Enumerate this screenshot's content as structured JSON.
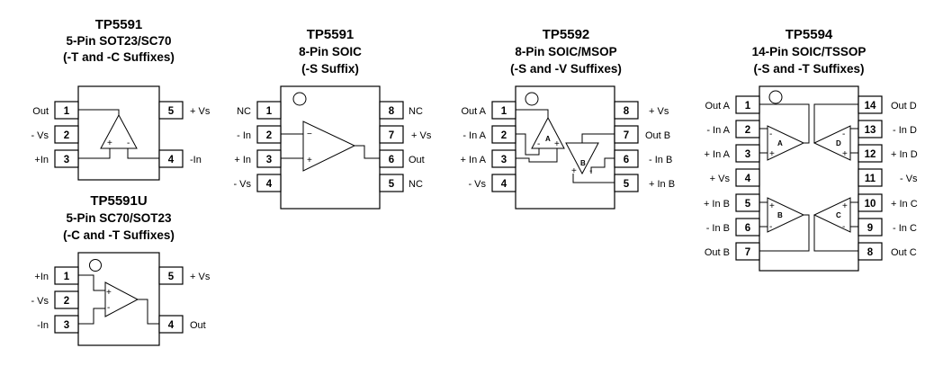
{
  "packages": [
    {
      "title": "TP5591",
      "pkg": "5-Pin SOT23/SC70",
      "suffix": "(-T and -C Suffixes)",
      "left_pins": [
        {
          "num": "1",
          "label": "Out"
        },
        {
          "num": "2",
          "label": "- Vs"
        },
        {
          "num": "3",
          "label": "+In"
        }
      ],
      "right_pins": [
        {
          "num": "5",
          "label": "+ Vs"
        },
        {
          "num": "4",
          "label": "-In"
        }
      ],
      "amps": [
        {
          "minus": "-",
          "plus": "+"
        }
      ]
    },
    {
      "title": "TP5591U",
      "pkg": "5-Pin SC70/SOT23",
      "suffix": "(-C and -T Suffixes)",
      "left_pins": [
        {
          "num": "1",
          "label": "+In"
        },
        {
          "num": "2",
          "label": "- Vs"
        },
        {
          "num": "3",
          "label": "-In"
        }
      ],
      "right_pins": [
        {
          "num": "5",
          "label": "+ Vs"
        },
        {
          "num": "4",
          "label": "Out"
        }
      ],
      "amps": [
        {
          "plus": "+",
          "minus": "-"
        }
      ]
    },
    {
      "title": "TP5591",
      "pkg": "8-Pin SOIC",
      "suffix": "(-S Suffix)",
      "left_pins": [
        {
          "num": "1",
          "label": "NC"
        },
        {
          "num": "2",
          "label": "- In"
        },
        {
          "num": "3",
          "label": "+ In"
        },
        {
          "num": "4",
          "label": "- Vs"
        }
      ],
      "right_pins": [
        {
          "num": "8",
          "label": "NC"
        },
        {
          "num": "7",
          "label": "+ Vs"
        },
        {
          "num": "6",
          "label": "Out"
        },
        {
          "num": "5",
          "label": "NC"
        }
      ],
      "amps": [
        {
          "minus": "−",
          "plus": "+"
        }
      ]
    },
    {
      "title": "TP5592",
      "pkg": "8-Pin SOIC/MSOP",
      "suffix": "(-S and -V Suffixes)",
      "left_pins": [
        {
          "num": "1",
          "label": "Out A"
        },
        {
          "num": "2",
          "label": "- In A"
        },
        {
          "num": "3",
          "label": "+ In A"
        },
        {
          "num": "4",
          "label": "- Vs"
        }
      ],
      "right_pins": [
        {
          "num": "8",
          "label": "+ Vs"
        },
        {
          "num": "7",
          "label": "Out B"
        },
        {
          "num": "6",
          "label": "- In B"
        },
        {
          "num": "5",
          "label": "+ In B"
        }
      ],
      "amps": [
        {
          "name": "A",
          "minus": "-",
          "plus": "+"
        },
        {
          "name": "B",
          "plus": "+",
          "minus": "-"
        }
      ]
    },
    {
      "title": "TP5594",
      "pkg": "14-Pin SOIC/TSSOP",
      "suffix": "(-S and -T Suffixes)",
      "left_pins": [
        {
          "num": "1",
          "label": "Out A"
        },
        {
          "num": "2",
          "label": "- In A"
        },
        {
          "num": "3",
          "label": "+ In A"
        },
        {
          "num": "4",
          "label": "+ Vs"
        },
        {
          "num": "5",
          "label": "+ In B"
        },
        {
          "num": "6",
          "label": "- In B"
        },
        {
          "num": "7",
          "label": "Out B"
        }
      ],
      "right_pins": [
        {
          "num": "14",
          "label": "Out D"
        },
        {
          "num": "13",
          "label": "- In D"
        },
        {
          "num": "12",
          "label": "+ In D"
        },
        {
          "num": "11",
          "label": "- Vs"
        },
        {
          "num": "10",
          "label": "+ In C"
        },
        {
          "num": "9",
          "label": "- In C"
        },
        {
          "num": "8",
          "label": "Out C"
        }
      ],
      "amps": [
        {
          "name": "A",
          "minus": "-",
          "plus": "+"
        },
        {
          "name": "D",
          "minus": "-",
          "plus": "+"
        },
        {
          "name": "B",
          "plus": "+",
          "minus": "-"
        },
        {
          "name": "C",
          "plus": "+",
          "minus": "-"
        }
      ]
    }
  ]
}
